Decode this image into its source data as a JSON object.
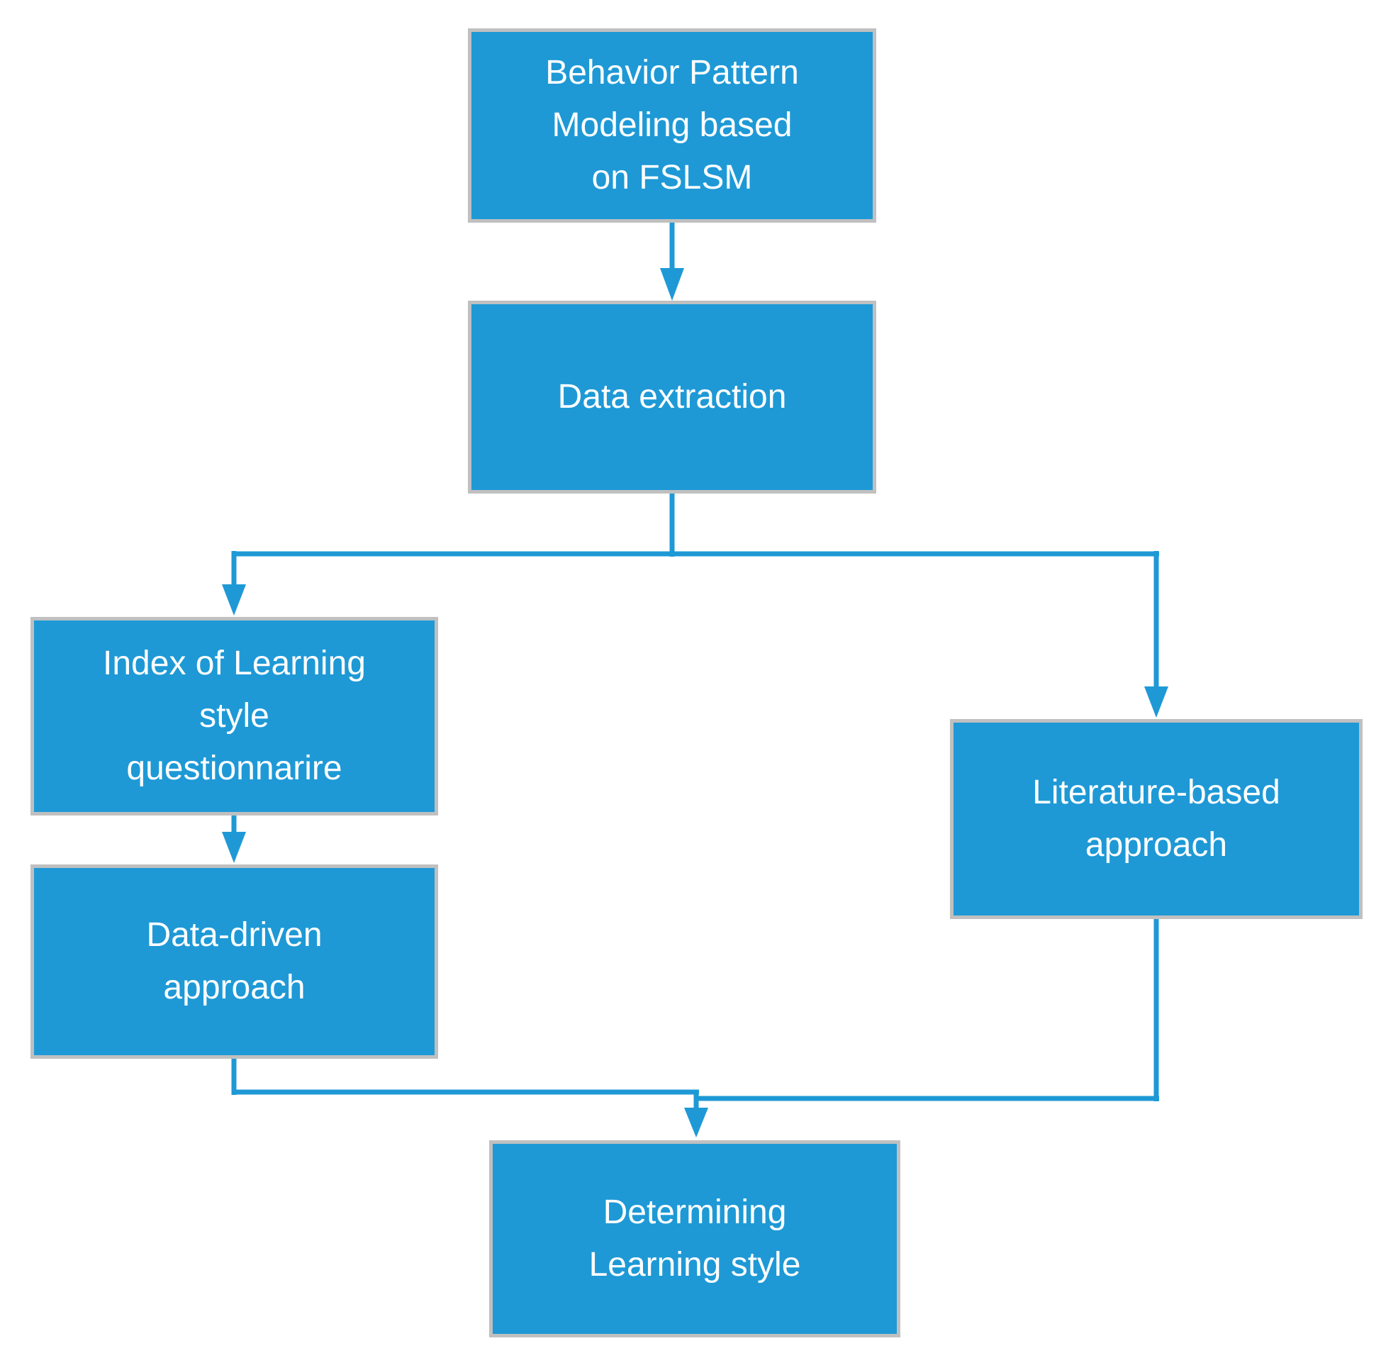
{
  "diagram": {
    "type": "flowchart",
    "colors": {
      "node_fill": "#1e99d6",
      "node_border": "#c0c0c0",
      "connector": "#1e99d6",
      "text": "#ffffff",
      "background": "#ffffff"
    },
    "nodes": {
      "behavior_pattern": {
        "lines": [
          "Behavior Pattern",
          "Modeling based",
          "on FSLSM"
        ]
      },
      "data_extraction": {
        "lines": [
          "Data extraction"
        ]
      },
      "ils_questionnaire": {
        "lines": [
          "Index of Learning",
          "style",
          "questionnarire"
        ]
      },
      "data_driven": {
        "lines": [
          "Data-driven",
          "approach"
        ]
      },
      "literature_based": {
        "lines": [
          "Literature-based",
          "approach"
        ]
      },
      "determining": {
        "lines": [
          "Determining",
          "Learning style"
        ]
      }
    },
    "edges": [
      "behavior_pattern -> data_extraction",
      "data_extraction -> ils_questionnaire",
      "data_extraction -> literature_based",
      "ils_questionnaire -> data_driven",
      "data_driven -> determining",
      "literature_based -> determining"
    ]
  }
}
